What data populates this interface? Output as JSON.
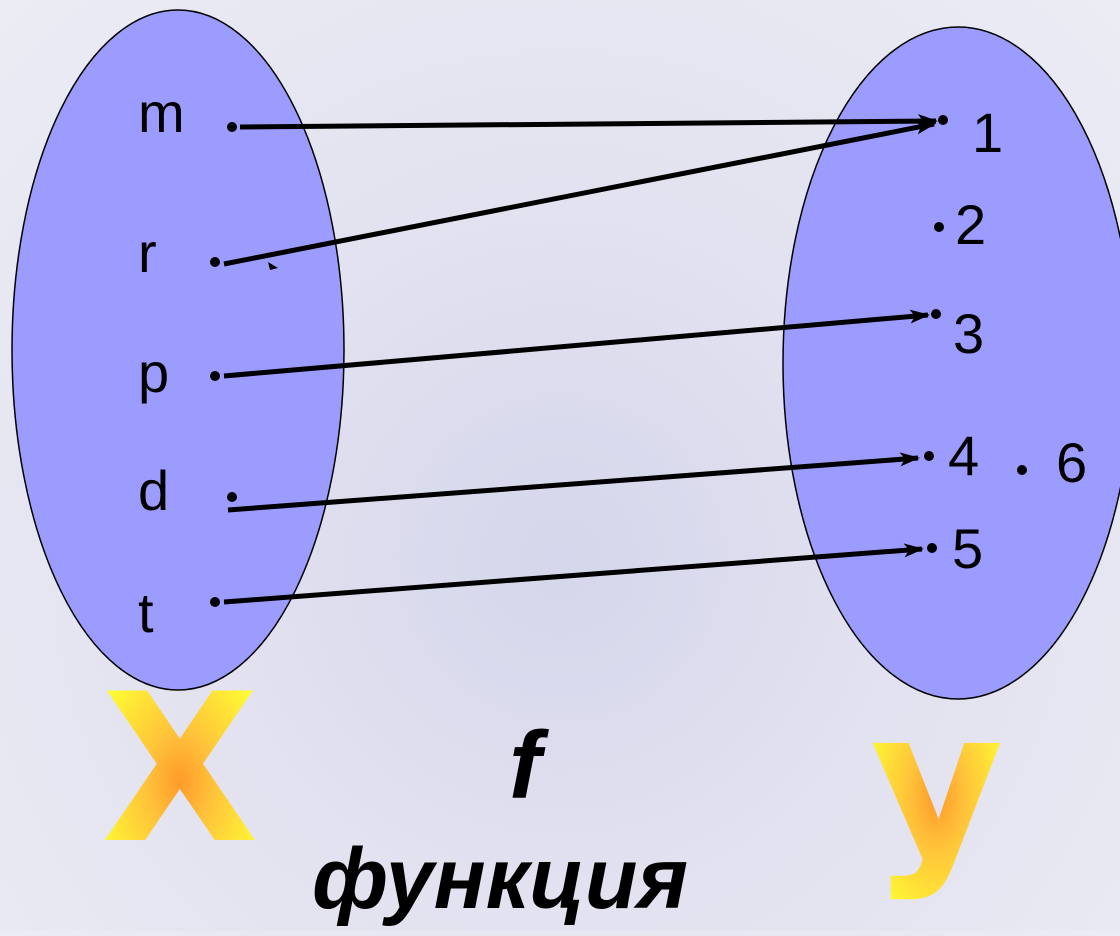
{
  "diagram": {
    "domain_set": {
      "name": "X",
      "elements": [
        "m",
        "r",
        "p",
        "d",
        "t"
      ]
    },
    "codomain_set": {
      "name": "y",
      "elements": [
        "1",
        "2",
        "3",
        "4",
        "5",
        "6"
      ]
    },
    "mapping": [
      {
        "from": "m",
        "to": "1"
      },
      {
        "from": "r",
        "to": "1"
      },
      {
        "from": "p",
        "to": "3"
      },
      {
        "from": "d",
        "to": "4"
      },
      {
        "from": "t",
        "to": "5"
      }
    ],
    "function_symbol": "f",
    "caption": "функция",
    "colors": {
      "set_fill": "#9c9cff",
      "set_stroke": "#000000",
      "letter_gradient_center": "#ff9a2a",
      "letter_gradient_edge": "#ffff33",
      "arrow": "#000000"
    }
  }
}
